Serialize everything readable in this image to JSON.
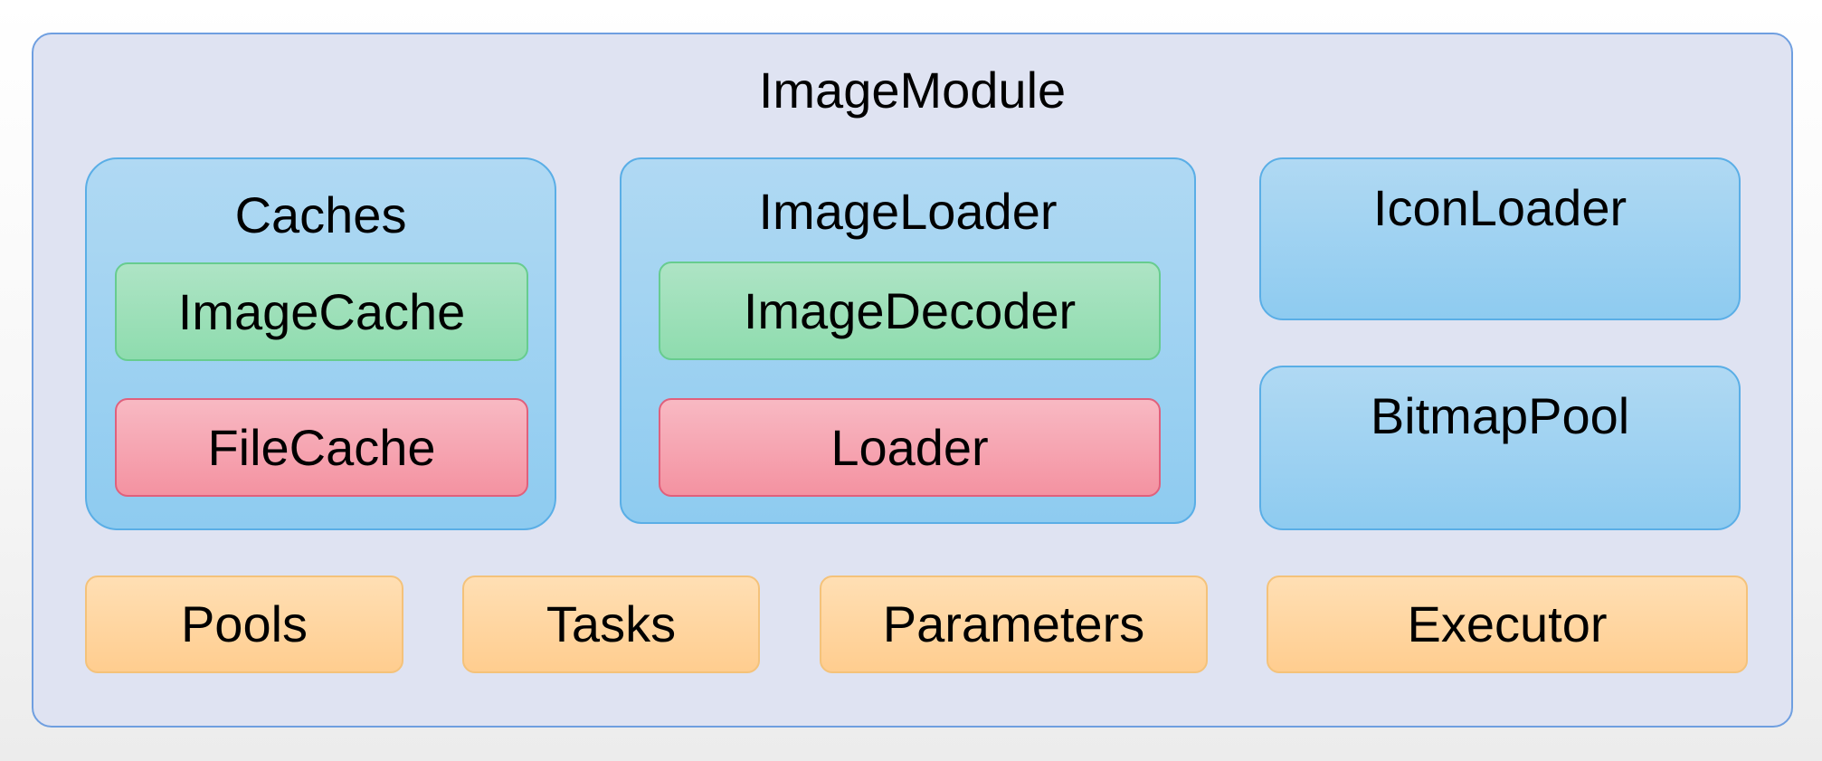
{
  "diagram": {
    "module": {
      "title": "ImageModule"
    },
    "caches": {
      "title": "Caches",
      "items": [
        "ImageCache",
        "FileCache"
      ]
    },
    "image_loader": {
      "title": "ImageLoader",
      "items": [
        "ImageDecoder",
        "Loader"
      ]
    },
    "icon_loader": {
      "title": "IconLoader"
    },
    "bitmap_pool": {
      "title": "BitmapPool"
    },
    "bottom_row": [
      "Pools",
      "Tasks",
      "Parameters",
      "Executor"
    ]
  },
  "colors": {
    "module_border": "#6f9fe0",
    "module_fill": "#dfe3f2",
    "blue_fill": "#9fd2f2",
    "green_fill": "#9ee0b9",
    "red_fill": "#f6a5b1",
    "orange_fill": "#ffd5a0"
  }
}
